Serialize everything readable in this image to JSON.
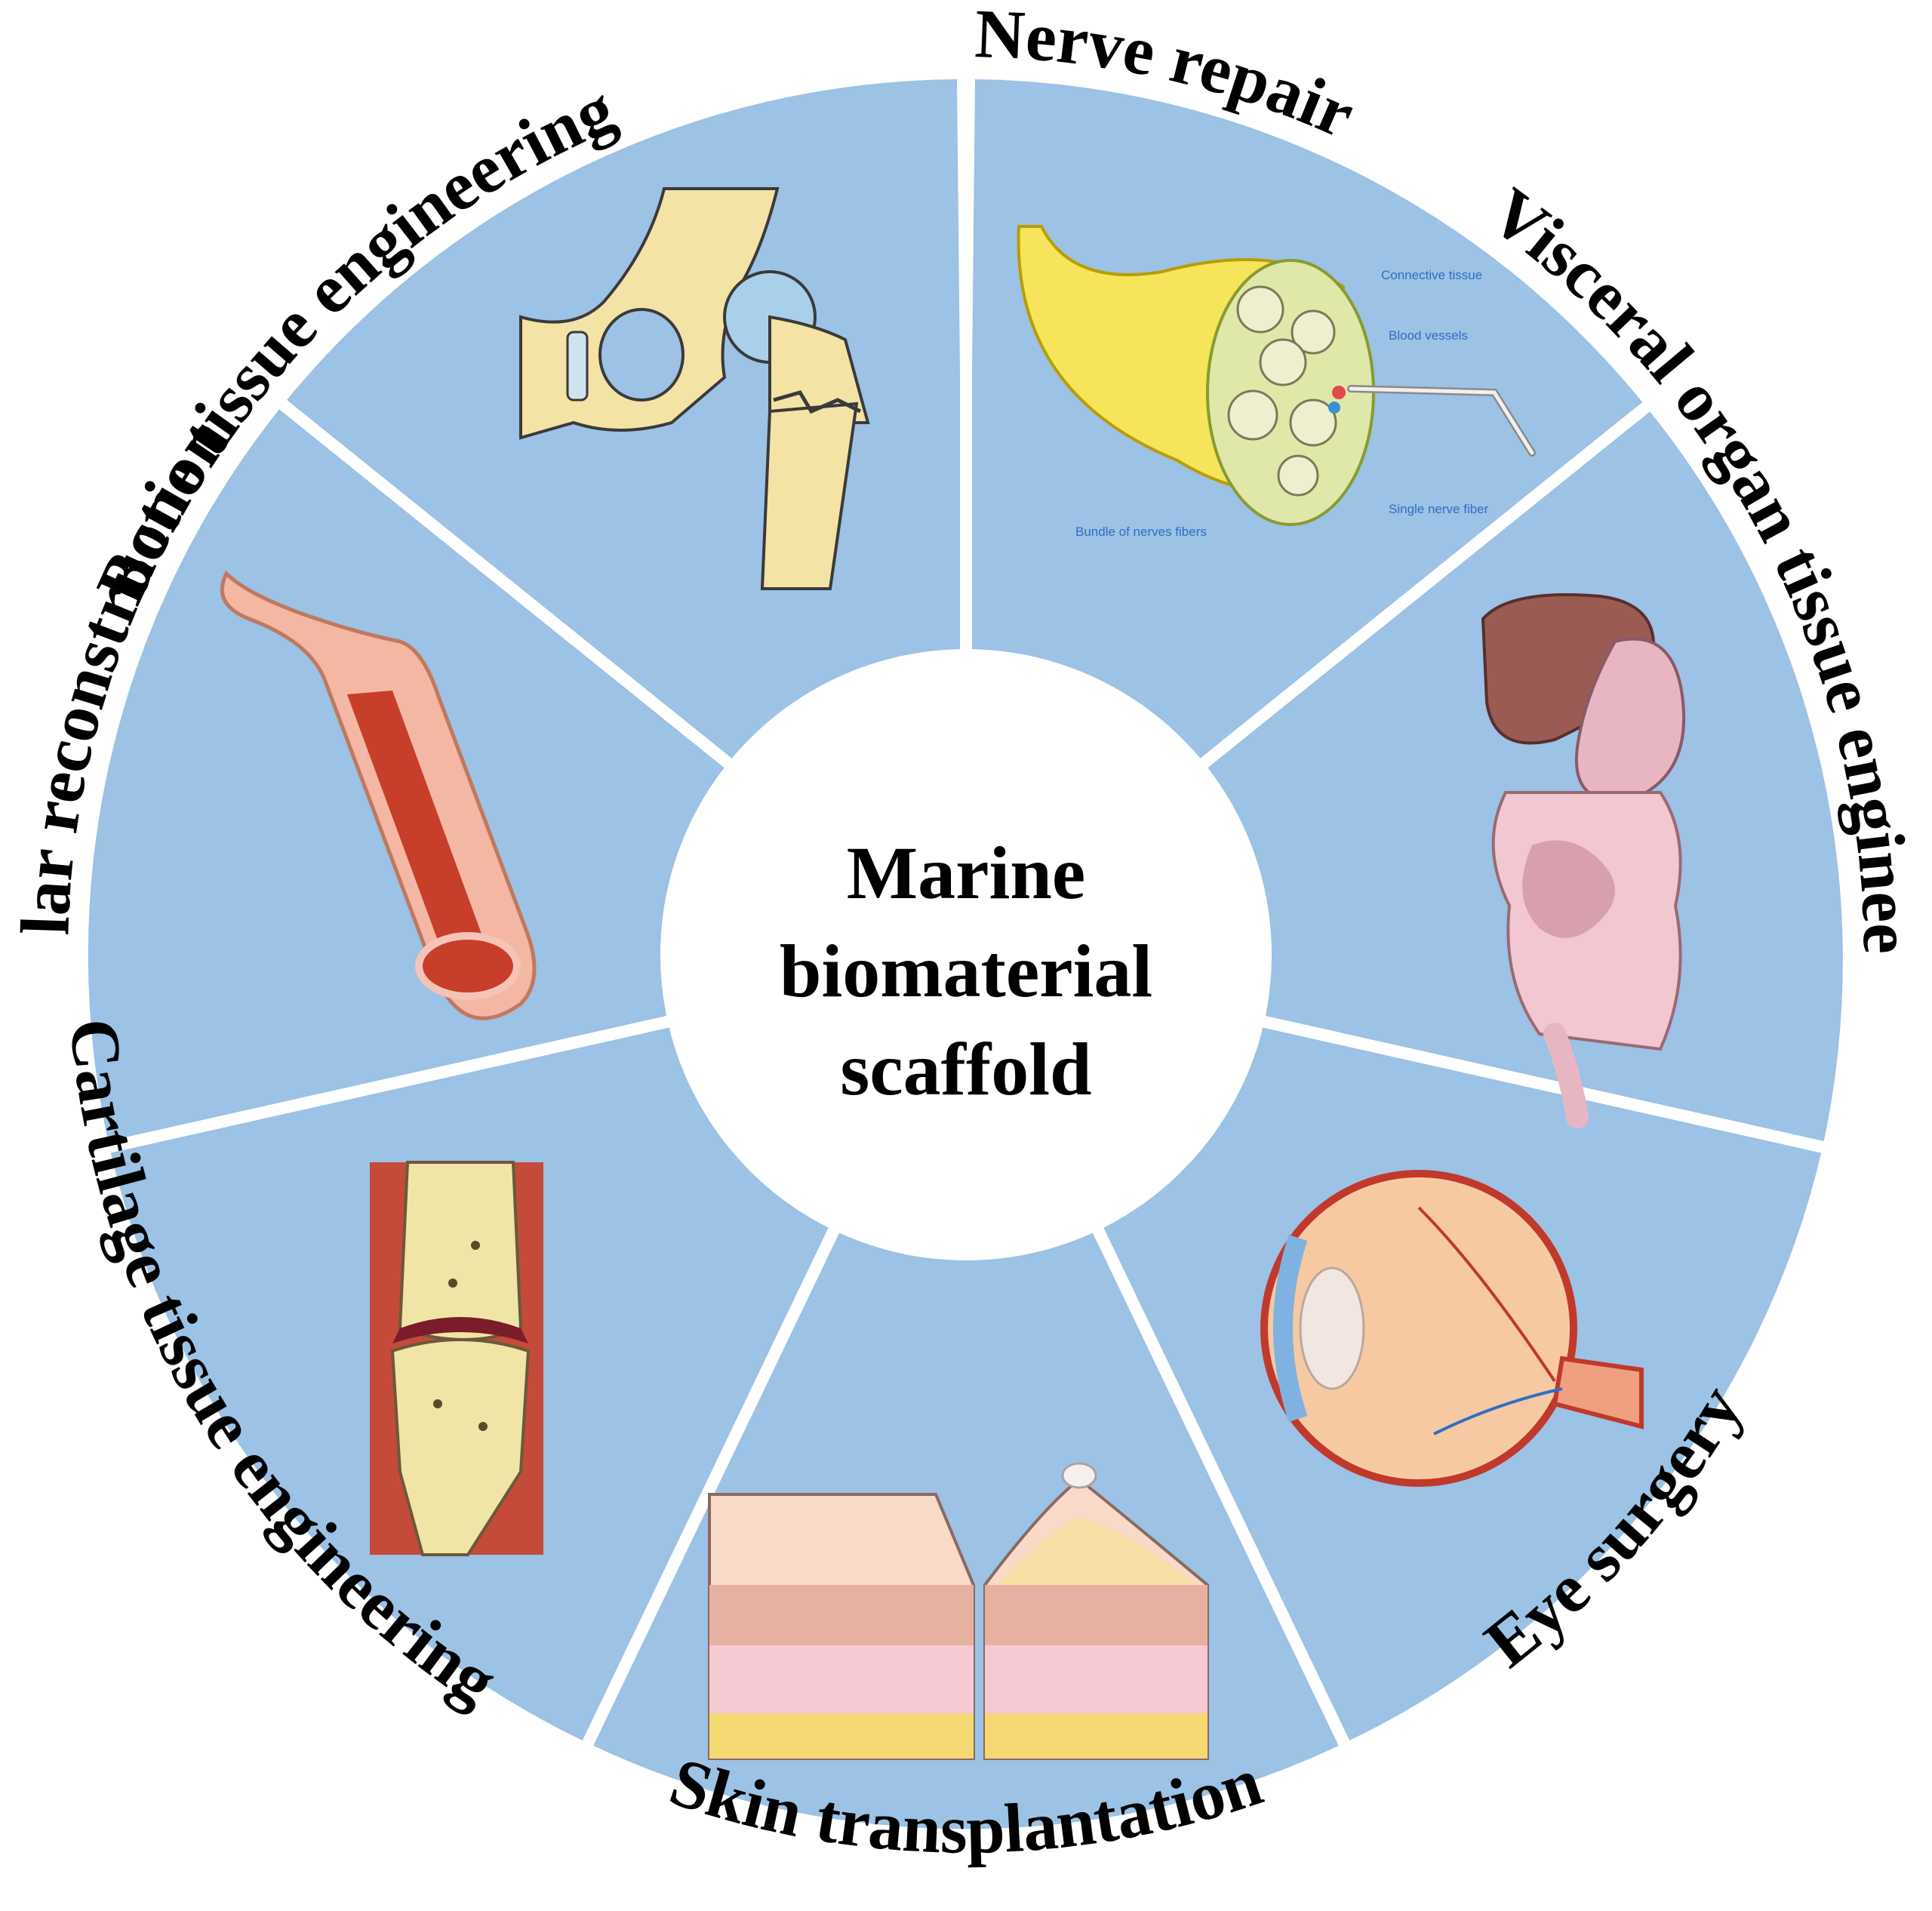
{
  "title": [
    "Marine",
    "biomaterial",
    "scaffold"
  ],
  "segments": [
    {
      "label": "Bone tissue engineering"
    },
    {
      "label": "Nerve repair"
    },
    {
      "label": "Visceral organ tissue engineering"
    },
    {
      "label": "Eye surgery"
    },
    {
      "label": "Skin transplantation"
    },
    {
      "label": "Cartilage tissue engineering"
    },
    {
      "label": "Vascular reconstruction"
    }
  ],
  "nerve_annotations": {
    "connective": "Connective tissue",
    "blood": "Blood vessels",
    "bundle": "Bundle of nerves fibers",
    "single": "Single nerve fiber"
  },
  "colors": {
    "segment": "#9cc2e5",
    "separator": "#ffffff",
    "center": "#ffffff"
  }
}
